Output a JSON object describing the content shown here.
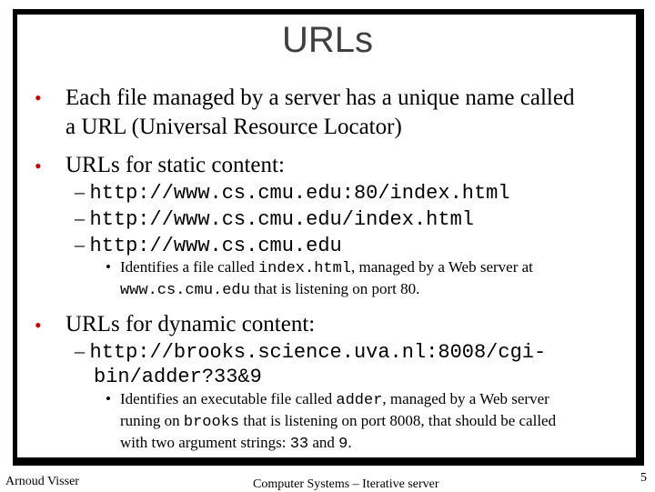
{
  "title": "URLs",
  "bullets": [
    {
      "line1": "Each file managed by a server has a unique name called",
      "line2": "a URL (Universal Resource Locator)"
    },
    {
      "text": "URLs for static content:"
    },
    {
      "text": "URLs for dynamic content:"
    }
  ],
  "static_urls": [
    "http://www.cs.cmu.edu:80/index.html",
    "http://www.cs.cmu.edu/index.html",
    "http://www.cs.cmu.edu"
  ],
  "static_note": {
    "pre": "Identifies a file called ",
    "code1": "index.html",
    "mid": ", managed by a Web server at",
    "code2": "www.cs.cmu.edu",
    "post": " that is listening on port 80."
  },
  "dynamic_url": {
    "line1": "http://brooks.science.uva.nl:8008/cgi-",
    "line2": "bin/adder?33&9"
  },
  "dynamic_note": {
    "pre": "Identifies an executable file called ",
    "code1": "adder",
    "mid": ", managed by a Web server",
    "l2_pre": "runing on ",
    "code2": "brooks",
    "l2_post": " that is listening on port 8008, that should be called",
    "l3_pre": "with two argument strings: ",
    "code3": "33",
    "l3_mid": " and ",
    "code4": "9",
    "l3_post": "."
  },
  "footer": {
    "author": "Arnoud Visser",
    "course": "Computer Systems – Iterative server",
    "page": "5"
  },
  "bullet_symbol": "•",
  "dash_symbol": "–",
  "accent_color": "#cc0000"
}
